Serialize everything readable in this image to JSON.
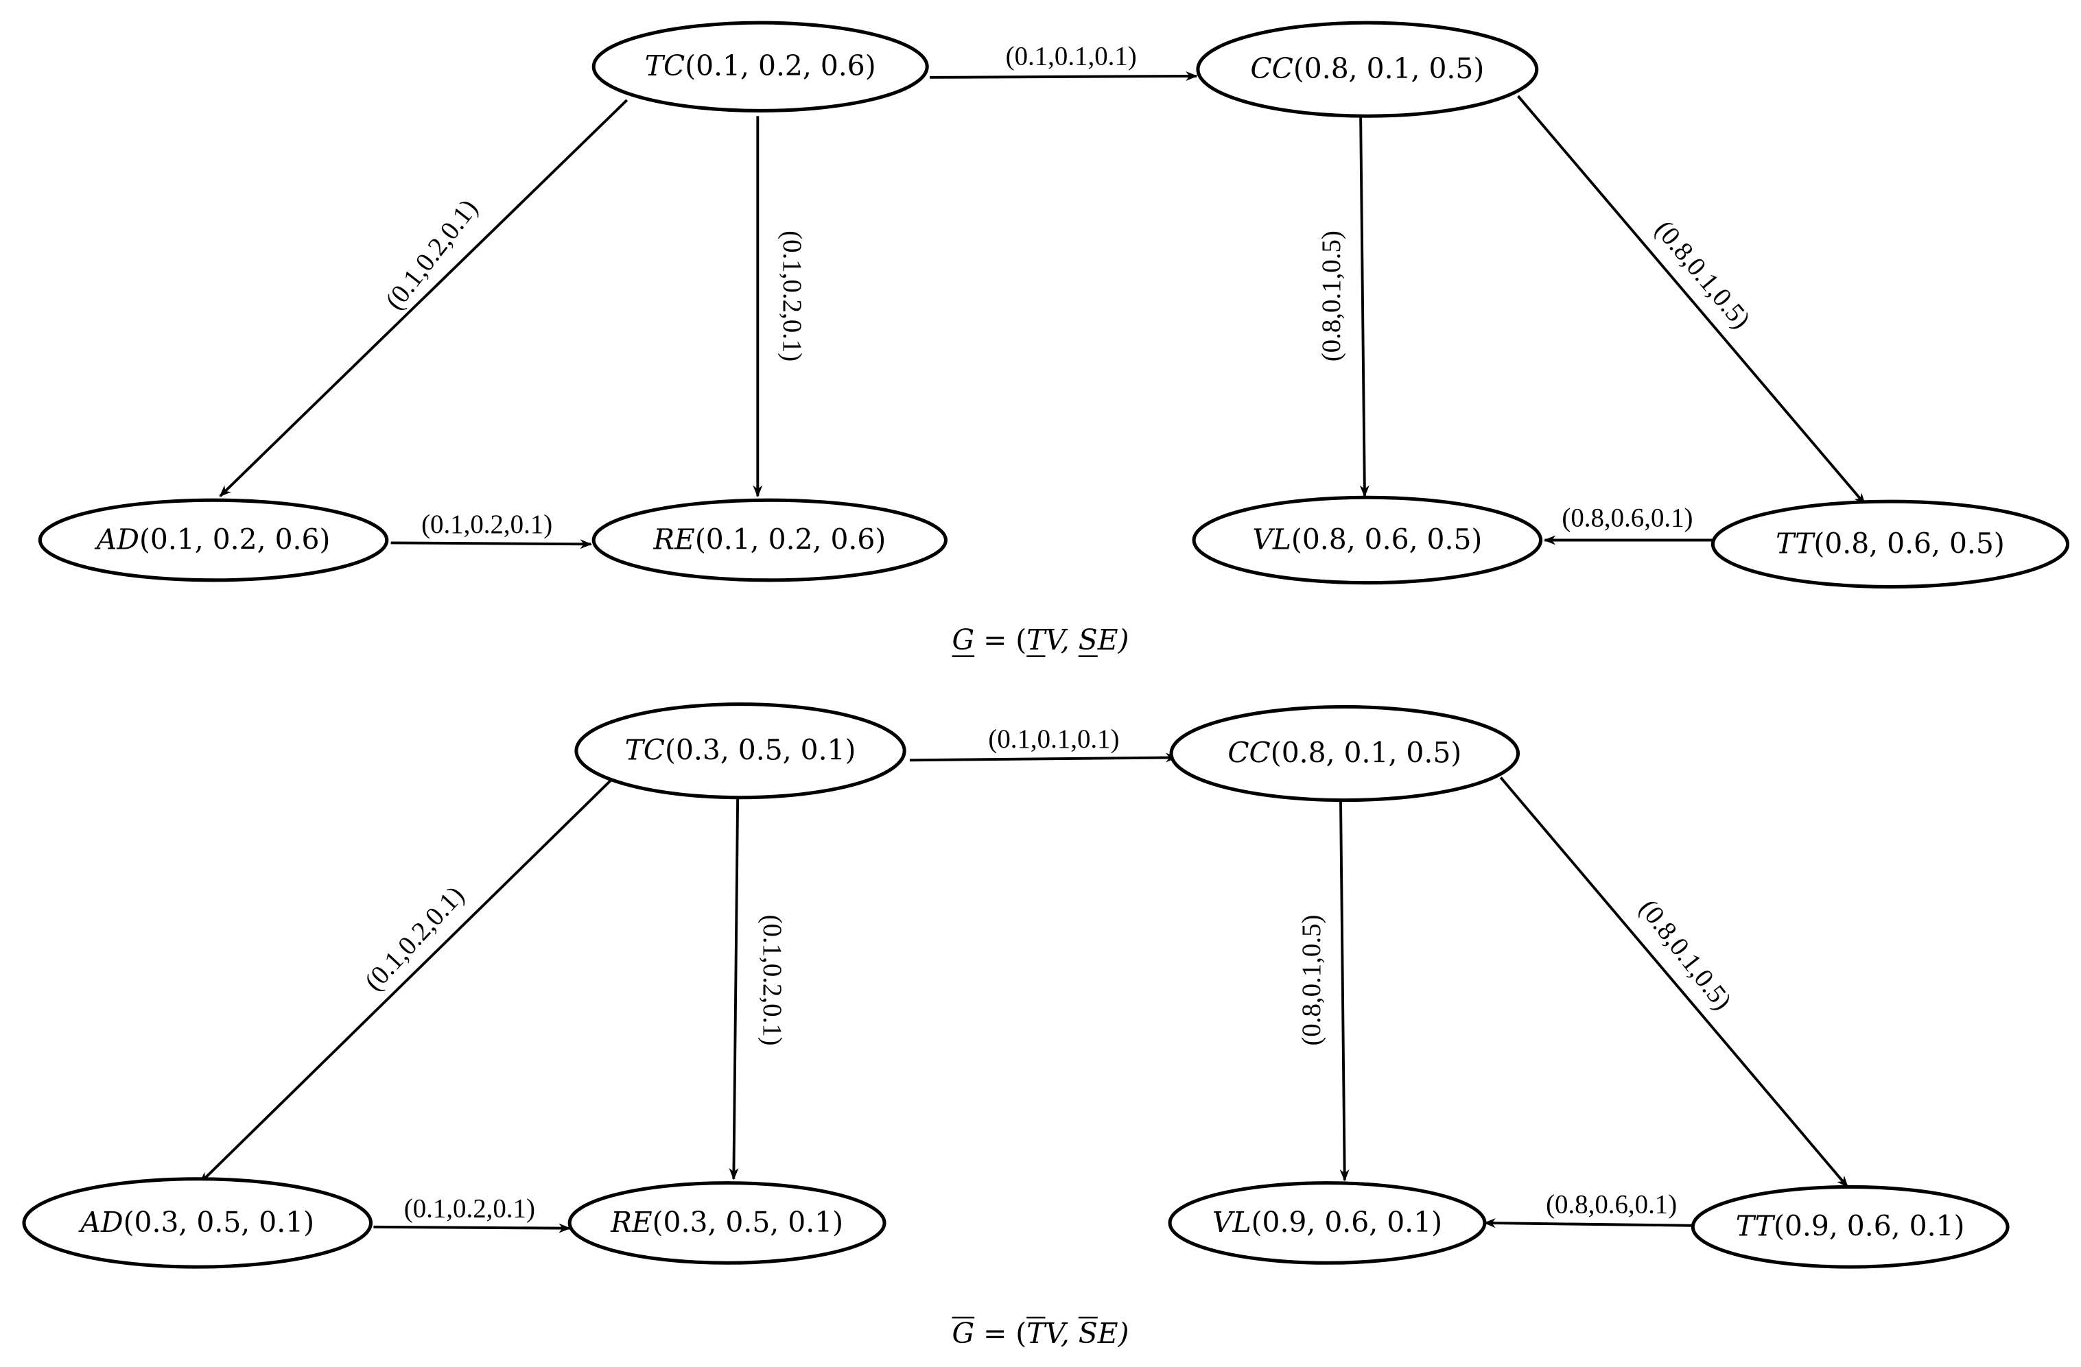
{
  "graphs": [
    {
      "caption_parts": [
        "G",
        " = (",
        "T",
        "V, ",
        "S",
        "E)"
      ],
      "caption_mark": "underline",
      "nodes": [
        {
          "name": "TC",
          "values": "(0.1, 0.2, 0.6)"
        },
        {
          "name": "CC",
          "values": "(0.8, 0.1, 0.5)"
        },
        {
          "name": "AD",
          "values": "(0.1, 0.2, 0.6)"
        },
        {
          "name": "RE",
          "values": "(0.1, 0.2, 0.6)"
        },
        {
          "name": "VL",
          "values": "(0.8, 0.6, 0.5)"
        },
        {
          "name": "TT",
          "values": "(0.8, 0.6, 0.5)"
        }
      ],
      "edges": [
        {
          "from": "TC",
          "to": "CC",
          "label": "(0.1,0.1,0.1)"
        },
        {
          "from": "TC",
          "to": "AD",
          "label": "(0.1,0.2,0.1)"
        },
        {
          "from": "TC",
          "to": "RE",
          "label": "(0.1,0.2,0.1)"
        },
        {
          "from": "CC",
          "to": "VL",
          "label": "(0.8,0.1,0.5)"
        },
        {
          "from": "CC",
          "to": "TT",
          "label": "(0.8,0.1,0.5)"
        },
        {
          "from": "TT",
          "to": "VL",
          "label": "(0.8,0.6,0.1)"
        },
        {
          "from": "AD",
          "to": "RE",
          "label": "(0.1,0.2,0.1)"
        }
      ]
    },
    {
      "caption_parts": [
        "G",
        " = (",
        "T",
        "V, ",
        "S",
        "E)"
      ],
      "caption_mark": "overline",
      "nodes": [
        {
          "name": "TC",
          "values": "(0.3, 0.5, 0.1)"
        },
        {
          "name": "CC",
          "values": "(0.8, 0.1, 0.5)"
        },
        {
          "name": "AD",
          "values": "(0.3, 0.5, 0.1)"
        },
        {
          "name": "RE",
          "values": "(0.3, 0.5, 0.1)"
        },
        {
          "name": "VL",
          "values": "(0.9, 0.6, 0.1)"
        },
        {
          "name": "TT",
          "values": "(0.9, 0.6, 0.1)"
        }
      ],
      "edges": [
        {
          "from": "TC",
          "to": "CC",
          "label": "(0.1,0.1,0.1)"
        },
        {
          "from": "TC",
          "to": "AD",
          "label": "(0.1,0.2,0.1)"
        },
        {
          "from": "TC",
          "to": "RE",
          "label": "(0.1,0.2,0.1)"
        },
        {
          "from": "CC",
          "to": "VL",
          "label": "(0.8,0.1,0.5)"
        },
        {
          "from": "CC",
          "to": "TT",
          "label": "(0.8,0.1,0.5)"
        },
        {
          "from": "TT",
          "to": "VL",
          "label": "(0.8,0.6,0.1)"
        },
        {
          "from": "AD",
          "to": "RE",
          "label": "(0.1,0.2,0.1)"
        }
      ]
    }
  ]
}
